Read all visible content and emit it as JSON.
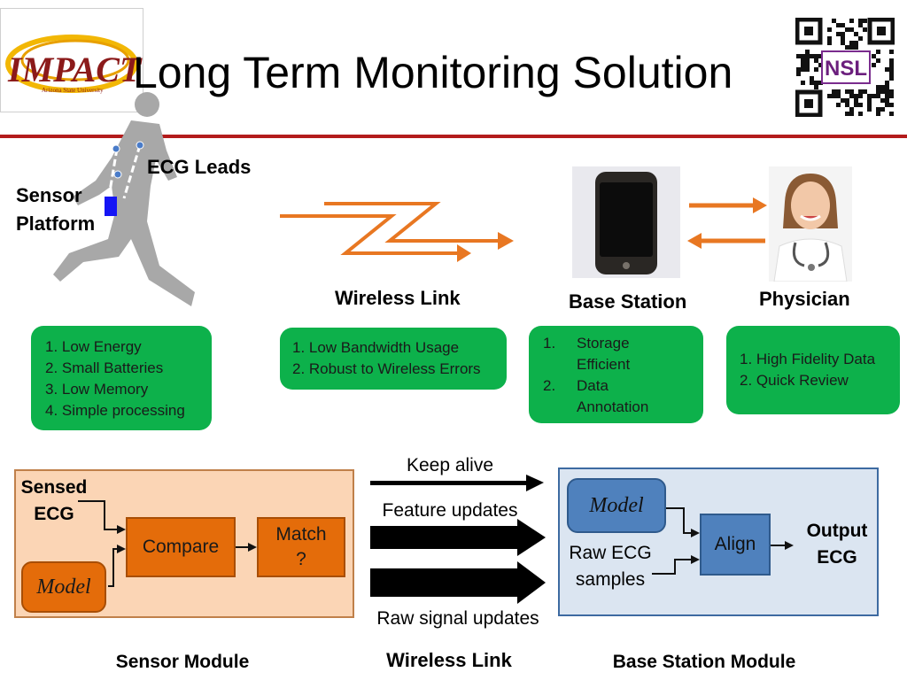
{
  "header": {
    "title": "Long Term Monitoring Solution",
    "logo_text": "IMPACT",
    "logo_subtext": "Arizona State University",
    "qr_text": "NSL"
  },
  "top": {
    "ecg_leads": "ECG Leads",
    "sensor_platform_line1": "Sensor",
    "sensor_platform_line2": "Platform",
    "wireless_link": "Wireless Link",
    "base_station": "Base Station",
    "physician": "Physician"
  },
  "boxes": {
    "sensor": [
      "1. Low Energy",
      "2. Small Batteries",
      "3. Low Memory",
      "4. Simple processing"
    ],
    "wireless": [
      "1. Low Bandwidth Usage",
      "2. Robust to Wireless Errors"
    ],
    "base": [
      {
        "num": "1.",
        "text": "Storage"
      },
      {
        "num": "",
        "text": "Efficient"
      },
      {
        "num": "2.",
        "text": "Data"
      },
      {
        "num": "",
        "text": "Annotation"
      }
    ],
    "physician": [
      "1. High Fidelity Data",
      "2. Quick Review"
    ]
  },
  "sensor_module": {
    "sensed_line1": "Sensed",
    "sensed_line2": "ECG",
    "compare": "Compare",
    "match_line1": "Match",
    "match_line2": "?",
    "model": "Model",
    "caption": "Sensor Module"
  },
  "wireless_module": {
    "keep_alive": "Keep alive",
    "feature_updates": "Feature updates",
    "raw_signal_updates": "Raw signal updates",
    "caption": "Wireless Link"
  },
  "base_module": {
    "model": "Model",
    "align": "Align",
    "raw_line1": "Raw ECG",
    "raw_line2": "samples",
    "output_line1": "Output",
    "output_line2": "ECG",
    "caption": "Base Station Module"
  },
  "colors": {
    "accent_rule": "#b31b1b",
    "green_box": "#0db14b",
    "orange": "#e46c0a",
    "blue": "#4f81bd",
    "zigzag": "#e87722"
  }
}
